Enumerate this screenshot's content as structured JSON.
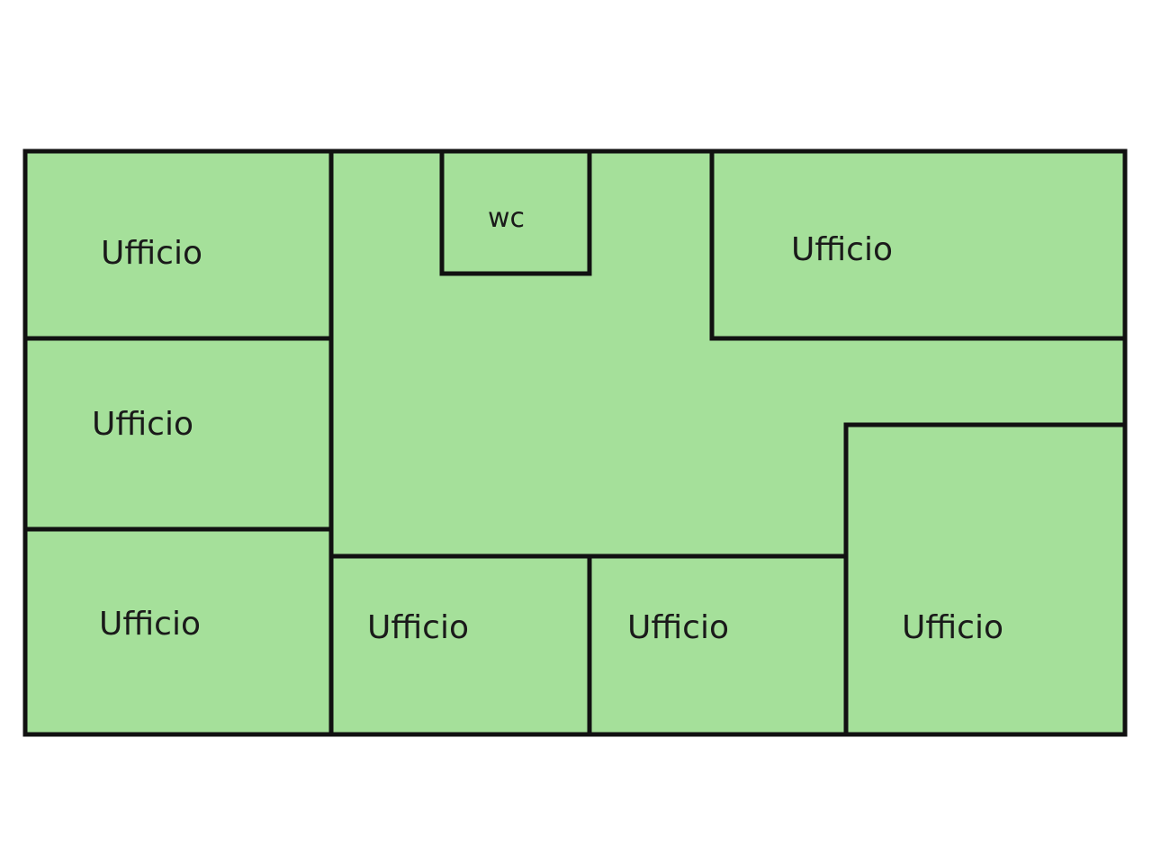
{
  "colors": {
    "floor": "#a5e09a",
    "walls": "#111111",
    "label": "#1a1a1a",
    "background": "#ffffff"
  },
  "rooms": [
    {
      "id": "office-top-left",
      "label": "Ufficio"
    },
    {
      "id": "office-mid-left",
      "label": "Ufficio"
    },
    {
      "id": "office-bottom-left",
      "label": "Ufficio"
    },
    {
      "id": "wc",
      "label": "wc"
    },
    {
      "id": "office-top-right",
      "label": "Ufficio"
    },
    {
      "id": "office-bottom-center-left",
      "label": "Ufficio"
    },
    {
      "id": "office-bottom-center-right",
      "label": "Ufficio"
    },
    {
      "id": "office-bottom-right",
      "label": "Ufficio"
    }
  ]
}
